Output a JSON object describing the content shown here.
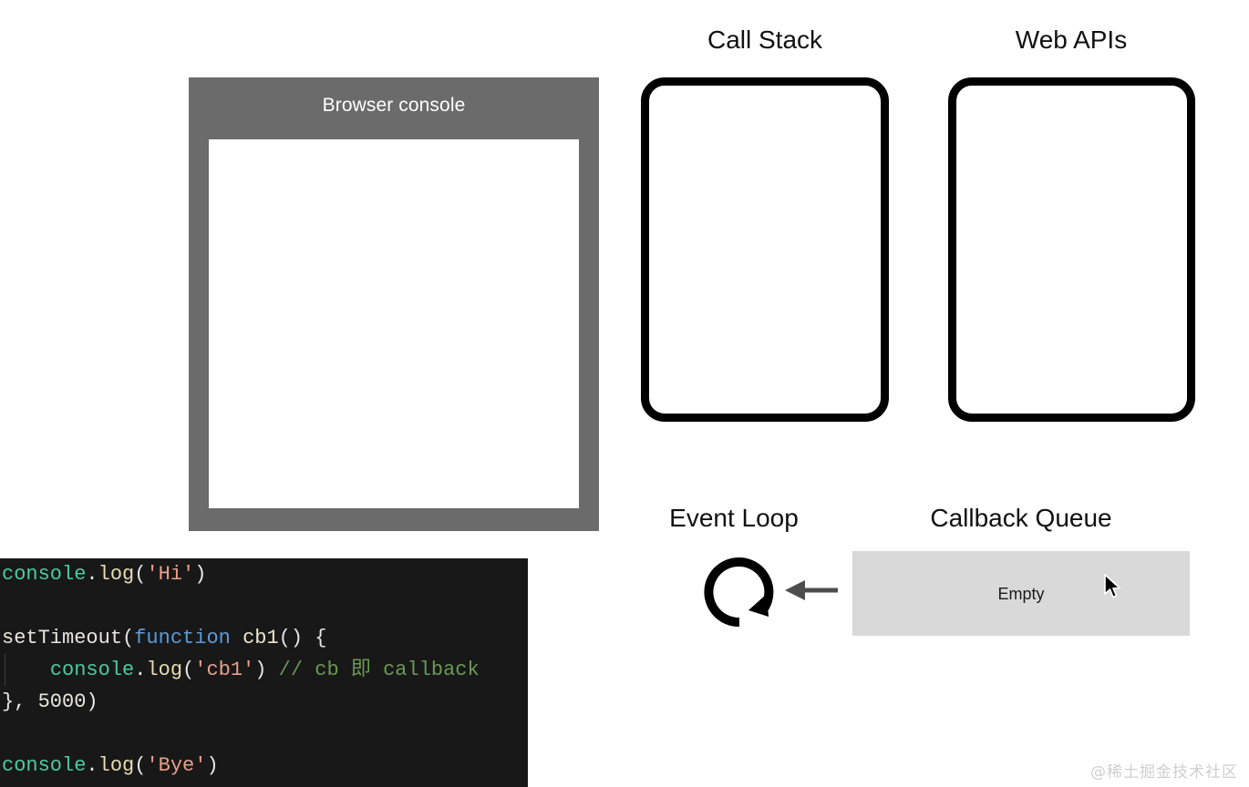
{
  "browser_console": {
    "title": "Browser console",
    "log_lines": []
  },
  "panels": {
    "call_stack": {
      "heading": "Call Stack",
      "items": []
    },
    "web_apis": {
      "heading": "Web APIs",
      "items": []
    },
    "event_loop": {
      "heading": "Event Loop",
      "icon": "circular-refresh-arrow-icon",
      "flow_arrow": "left-arrow-icon"
    },
    "callback_queue": {
      "heading": "Callback Queue",
      "status": "Empty"
    }
  },
  "code_editor": {
    "language": "javascript",
    "lines": [
      {
        "tokens": [
          {
            "t": "console",
            "c": "obj"
          },
          {
            "t": ".",
            "c": "punct"
          },
          {
            "t": "log",
            "c": "prop"
          },
          {
            "t": "(",
            "c": "punct"
          },
          {
            "t": "'Hi'",
            "c": "str"
          },
          {
            "t": ")",
            "c": "punct"
          }
        ]
      },
      {
        "tokens": []
      },
      {
        "tokens": [
          {
            "t": "setTimeout",
            "c": "plain"
          },
          {
            "t": "(",
            "c": "punct"
          },
          {
            "t": "function",
            "c": "kw"
          },
          {
            "t": " ",
            "c": "plain"
          },
          {
            "t": "cb1",
            "c": "fn"
          },
          {
            "t": "() {",
            "c": "punct"
          }
        ]
      },
      {
        "indent": true,
        "tokens": [
          {
            "t": "    ",
            "c": "plain"
          },
          {
            "t": "console",
            "c": "obj"
          },
          {
            "t": ".",
            "c": "punct"
          },
          {
            "t": "log",
            "c": "prop"
          },
          {
            "t": "(",
            "c": "punct"
          },
          {
            "t": "'cb1'",
            "c": "str"
          },
          {
            "t": ")",
            "c": "punct"
          },
          {
            "t": " ",
            "c": "plain"
          },
          {
            "t": "// cb 即 callback",
            "c": "cmt"
          }
        ]
      },
      {
        "tokens": [
          {
            "t": "}, ",
            "c": "punct"
          },
          {
            "t": "5000",
            "c": "num"
          },
          {
            "t": ")",
            "c": "punct"
          }
        ]
      },
      {
        "tokens": []
      },
      {
        "tokens": [
          {
            "t": "console",
            "c": "obj"
          },
          {
            "t": ".",
            "c": "punct"
          },
          {
            "t": "log",
            "c": "prop"
          },
          {
            "t": "(",
            "c": "punct"
          },
          {
            "t": "'Bye'",
            "c": "str"
          },
          {
            "t": ")",
            "c": "punct"
          }
        ]
      }
    ]
  },
  "watermark": "@稀土掘金技术社区",
  "colors": {
    "console_frame": "#6b6b6b",
    "code_background": "#181818",
    "queue_background": "#d9d9d9",
    "box_border": "#000000",
    "arrow": "#4d4d4d"
  }
}
